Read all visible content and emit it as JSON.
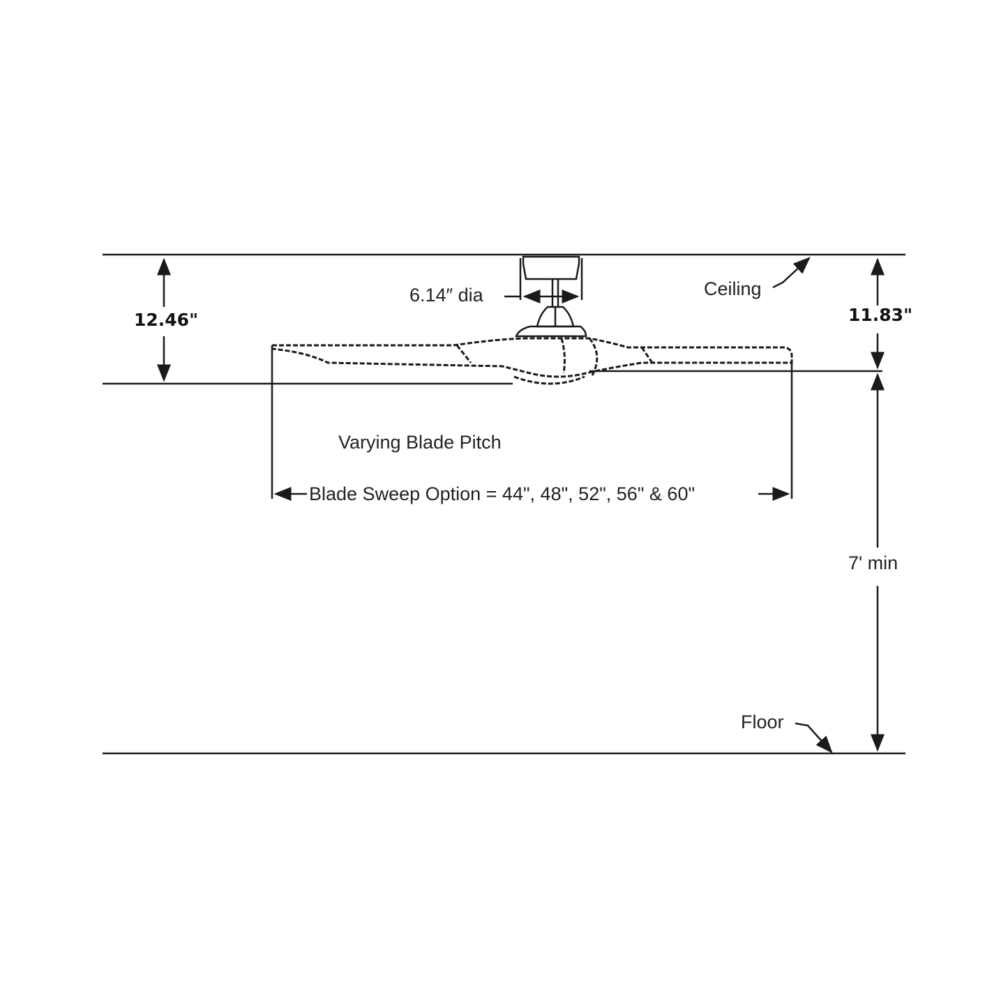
{
  "labels": {
    "ceiling": "Ceiling",
    "floor": "Floor",
    "canopy_diameter": "6.14″ dia",
    "overall_height_left": "12.46\"",
    "overall_height_right": "11.83\"",
    "blade_pitch": "Varying Blade Pitch",
    "blade_sweep": "Blade Sweep Option = 44\", 48\", 52\", 56\" & 60\"",
    "min_clearance": "7' min"
  },
  "colors": {
    "line": "#1a1a1a",
    "text": "#222222"
  }
}
